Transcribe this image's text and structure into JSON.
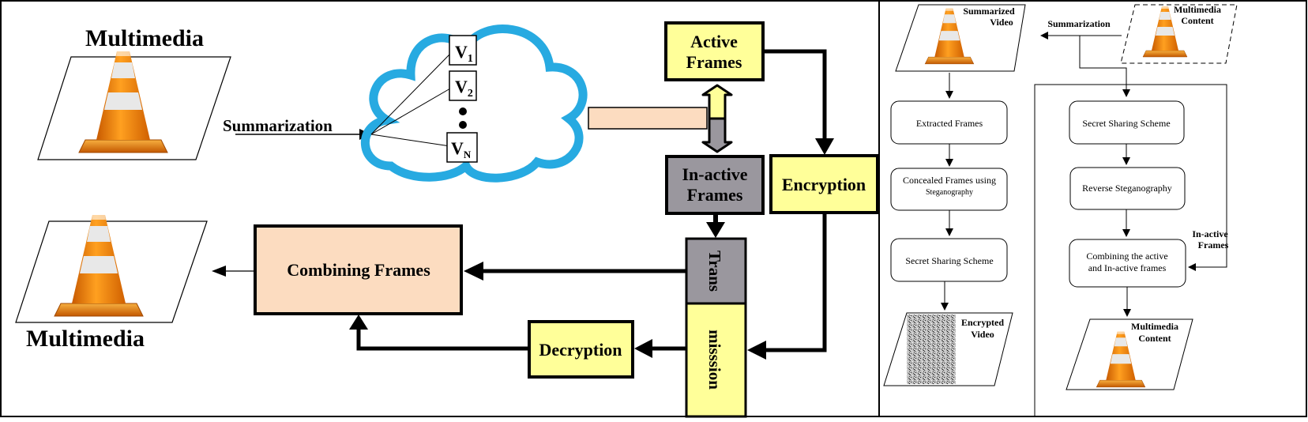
{
  "left": {
    "title_top": "Multimedia",
    "title_bottom": "Multimedia",
    "summarization_label": "Summarization",
    "videos": [
      {
        "main": "V",
        "sub": "1"
      },
      {
        "main": "V",
        "sub": "2"
      },
      {
        "main": "V",
        "sub": "N"
      }
    ],
    "active_frames": [
      "Active",
      "Frames"
    ],
    "inactive_frames": [
      "In-active",
      "Frames"
    ],
    "encryption": "Encryption",
    "transmission_top": "Trans",
    "transmission_bottom": "misssion",
    "combining_frames": "Combining Frames",
    "decryption": "Decryption"
  },
  "right": {
    "summarized_video": [
      "Summarized",
      "Video"
    ],
    "summarization": "Summarization",
    "multimedia_content_top": [
      "Multimedia",
      "Content"
    ],
    "extracted_frames": "Extracted Frames",
    "concealed_frames": [
      "Concealed Frames using",
      "Steganography"
    ],
    "secret_sharing_left": "Secret Sharing Scheme",
    "encrypted_video": [
      "Encrypted",
      "Video"
    ],
    "secret_sharing_right": "Secret Sharing Scheme",
    "reverse_steganography": "Reverse Steganography",
    "combining_active_inactive": [
      "Combining the active",
      "and In-active frames"
    ],
    "inactive_frames": [
      "In-active",
      "Frames"
    ],
    "multimedia_content_bottom": [
      "Multimedia",
      "Content"
    ]
  },
  "colors": {
    "yellow_box": "#ffff99",
    "gray_box": "#9a979e",
    "peach_box": "#fcdcc0",
    "cloud": "#27aae1",
    "cone_orange": "#f08a0a"
  }
}
